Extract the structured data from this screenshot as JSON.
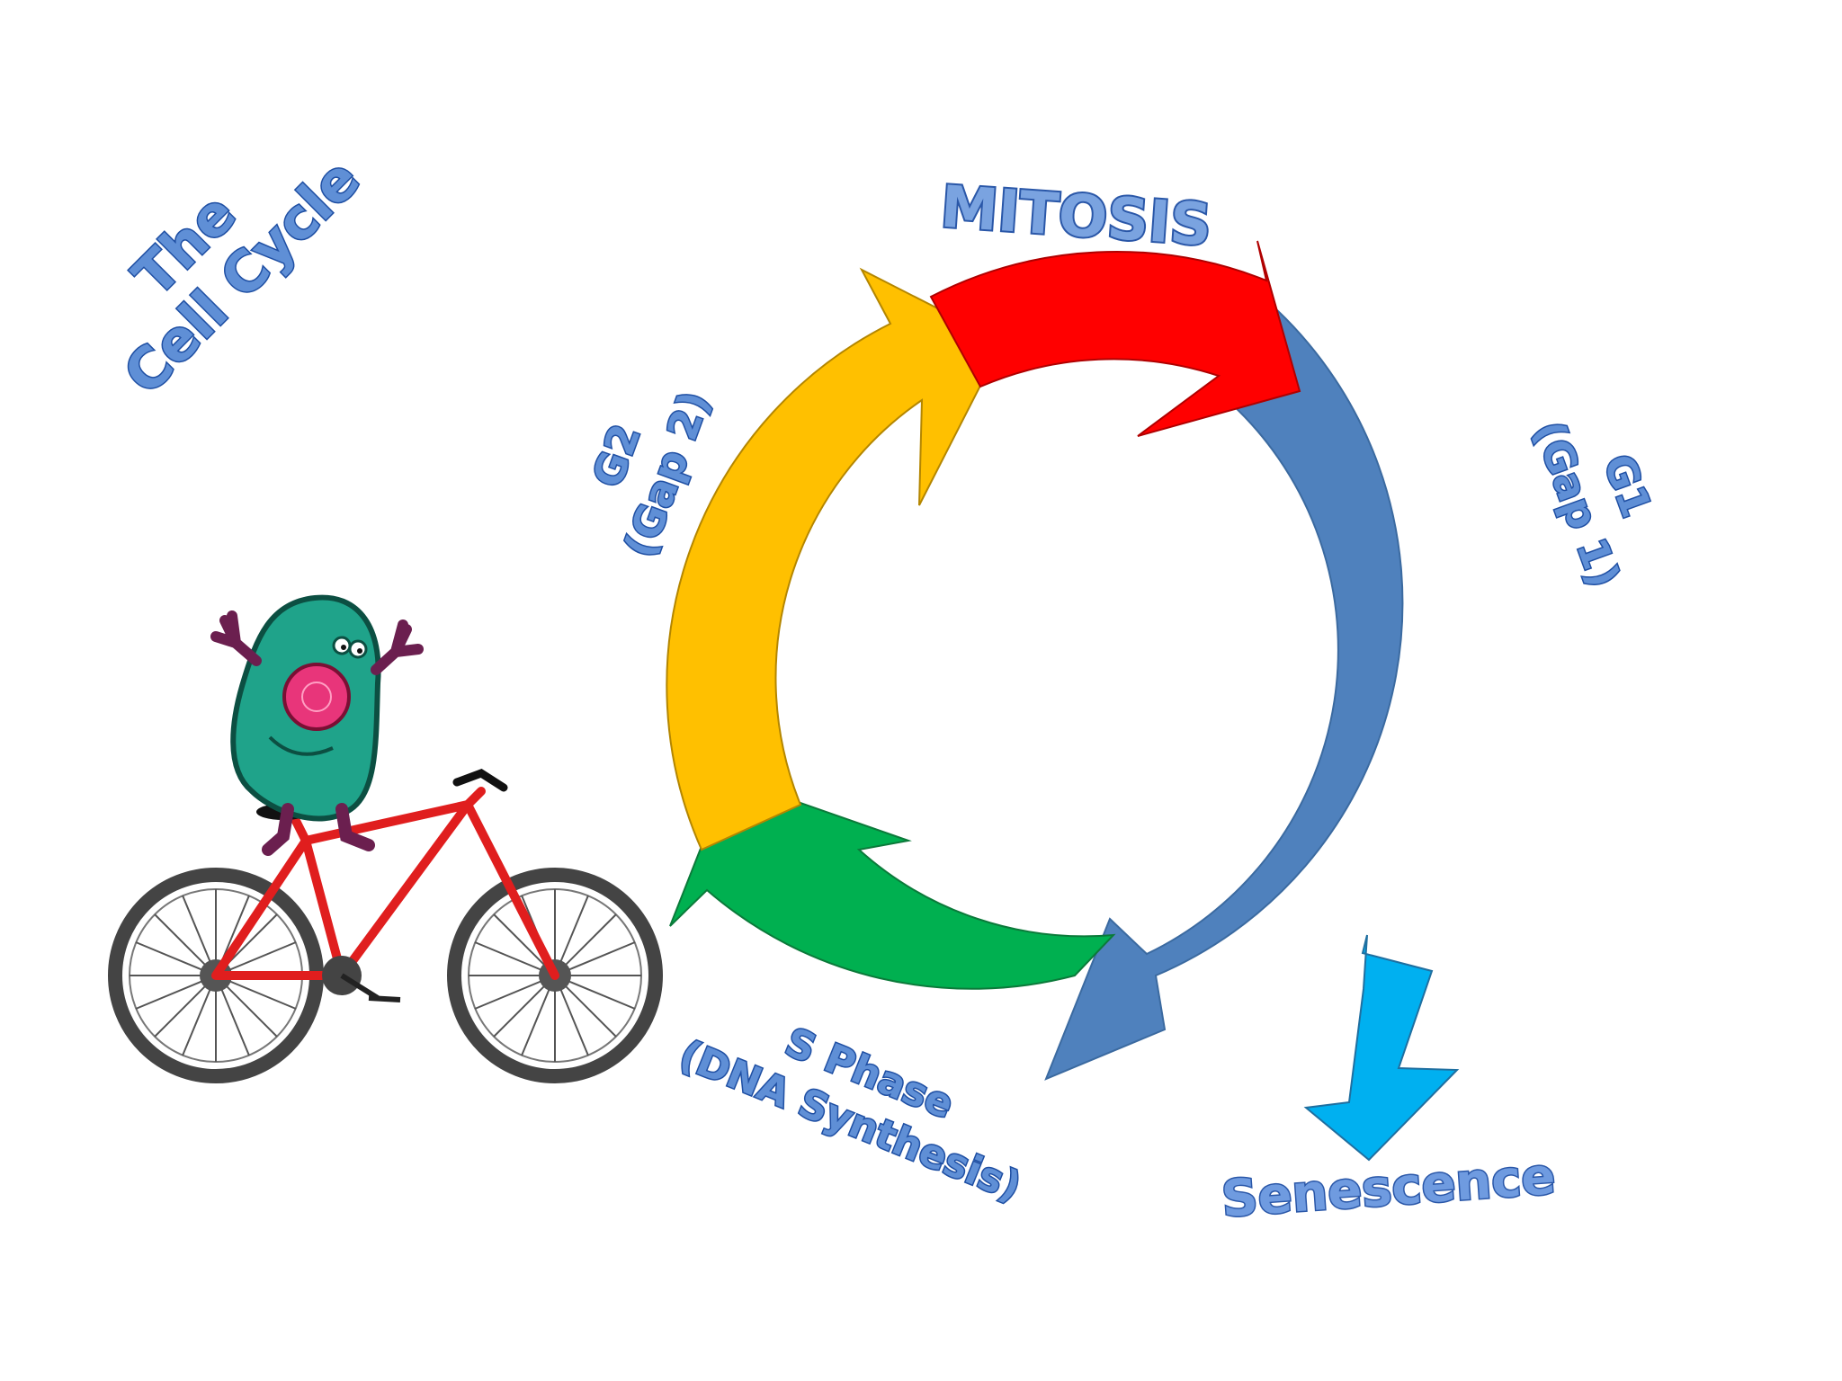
{
  "title": {
    "line1": "The",
    "line2": "Cell Cycle"
  },
  "phases": {
    "mitosis": {
      "label": "MITOSIS",
      "color": "#ff0000"
    },
    "g1": {
      "label_line1": "G1",
      "label_line2": "(Gap 1)",
      "color": "#4f81bd"
    },
    "s": {
      "label_line1": "S Phase",
      "label_line2": "(DNA Synthesis)",
      "color": "#00b050"
    },
    "g2": {
      "label_line1": "G2",
      "label_line2": "(Gap 2)",
      "color": "#ffc000"
    },
    "senescence": {
      "label": "Senescence",
      "color": "#00b0f0"
    }
  },
  "illustration": {
    "icon": "cell-riding-bicycle-icon",
    "cell_color": "#1fa38a",
    "nucleus_color": "#e8357a",
    "bike_color": "#e01e1e"
  },
  "text_color": "#5f8fd6"
}
